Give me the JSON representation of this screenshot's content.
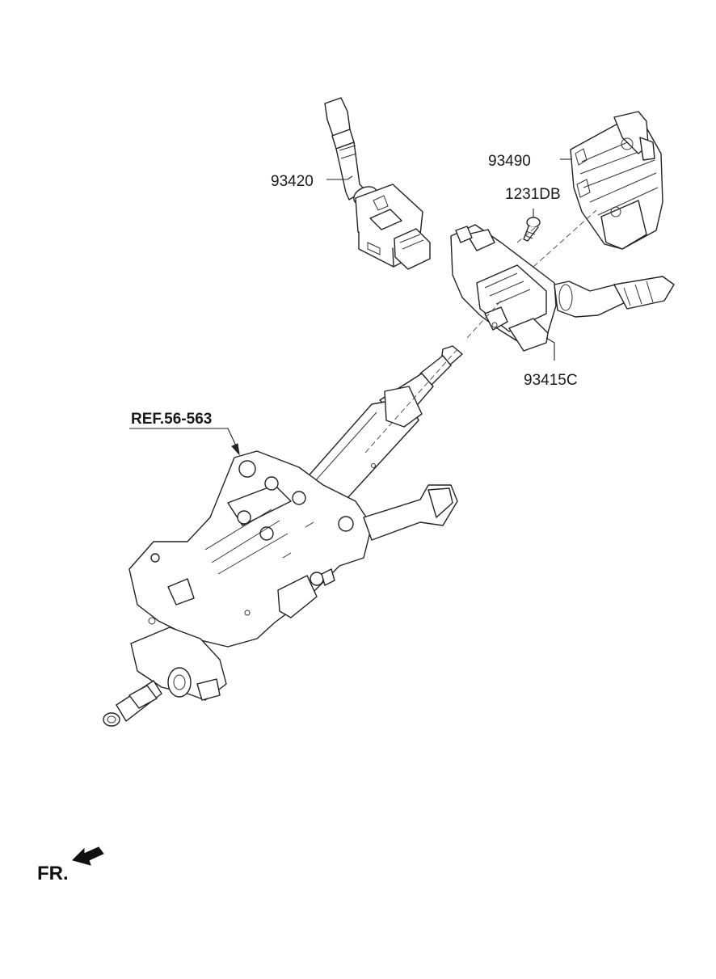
{
  "labels": {
    "multifunction_switch_left": "93420",
    "clock_spring": "93490",
    "screw": "1231DB",
    "switch_assembly": "93415C",
    "reference": "REF.56-563",
    "front_direction": "FR."
  },
  "colors": {
    "line": "#222222",
    "background": "#ffffff"
  },
  "icons": {
    "front_arrow": "arrow-down-left-icon"
  }
}
